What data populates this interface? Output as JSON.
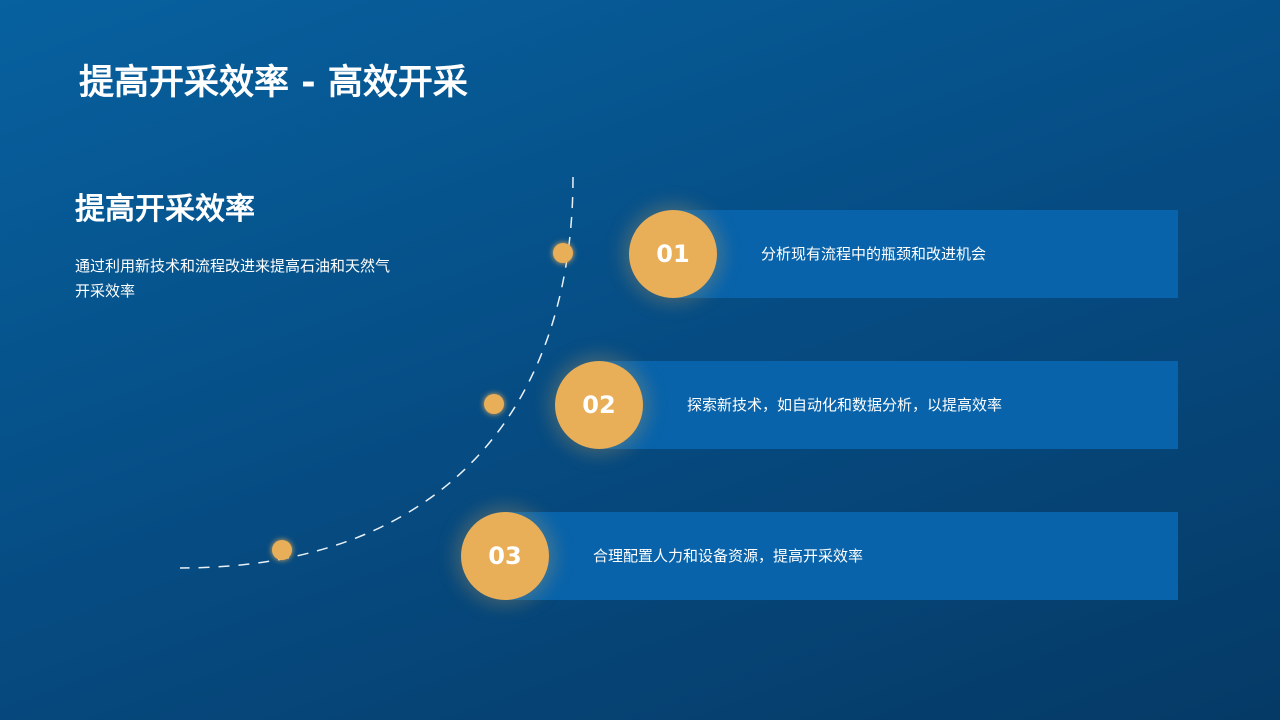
{
  "title": "提高开采效率 - 高效开采",
  "section": {
    "heading": "提高开采效率",
    "description": "通过利用新技术和流程改进来提高石油和天然气开采效率"
  },
  "steps": [
    {
      "number": "01",
      "text": "分析现有流程中的瓶颈和改进机会"
    },
    {
      "number": "02",
      "text": "探索新技术，如自动化和数据分析，以提高效率"
    },
    {
      "number": "03",
      "text": "合理配置人力和设备资源，提高开采效率"
    }
  ],
  "colors": {
    "accent": "#e8ae58",
    "bar": "#0863aa",
    "background_start": "#07619f",
    "background_end": "#053a66",
    "text": "#ffffff"
  }
}
